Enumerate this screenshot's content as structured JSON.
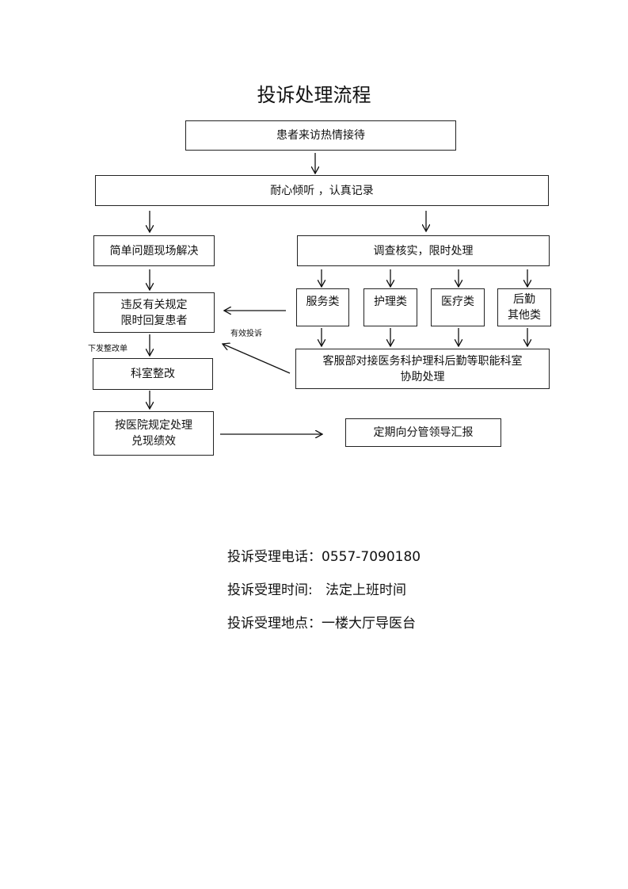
{
  "title": "投诉处理流程",
  "flowchart": {
    "reception": "患者来访热情接待",
    "listen": "耐心倾听 ，认真记录",
    "simple": "简单问题现场解决",
    "investigate": "调查核实，限时处理",
    "violation_line1": "违反有关规定",
    "violation_line2": "限时回复患者",
    "cat_service": "服务类",
    "cat_nursing": "护理类",
    "cat_medical": "医疗类",
    "cat_logistics_line1": "后勤",
    "cat_logistics_line2": "其他类",
    "assist_line1": "客服部对接医务科护理科后勤等职能科室",
    "assist_line2": "协助处理",
    "effective_label": "有效投诉",
    "notice_label": "下发整改单",
    "rectify": "科室整改",
    "handle_line1": "按医院规定处理",
    "handle_line2": "兑现绩效",
    "report": "定期向分管领导汇报"
  },
  "contact": {
    "phone": "投诉受理电话：0557-7090180",
    "hours": "投诉受理时间:   法定上班时间",
    "location": "投诉受理地点：一楼大厅导医台"
  }
}
